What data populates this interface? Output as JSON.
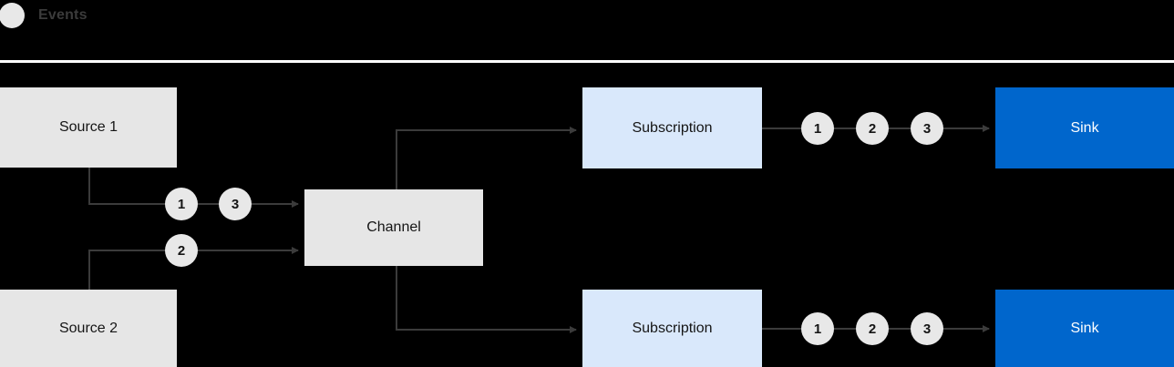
{
  "legend": {
    "marker_icon": "circle-icon",
    "label": "Events"
  },
  "colors": {
    "background": "#000000",
    "source_box": "#e6e6e6",
    "channel_box": "#e6e6e6",
    "subscription_box": "#d9e8fb",
    "sink_box": "#0066cc",
    "badge": "#e8e8e8",
    "wire": "#3b3b3b",
    "divider": "#ffffff",
    "text_dark": "#151515",
    "text_light": "#ffffff"
  },
  "nodes": {
    "source1": {
      "label": "Source 1"
    },
    "source2": {
      "label": "Source 2"
    },
    "channel": {
      "label": "Channel"
    },
    "subscription_top": {
      "label": "Subscription"
    },
    "subscription_bottom": {
      "label": "Subscription"
    },
    "sink_top": {
      "label": "Sink"
    },
    "sink_bottom": {
      "label": "Sink"
    }
  },
  "badges": {
    "source1_to_channel": [
      "1",
      "3"
    ],
    "source2_to_channel": [
      "2"
    ],
    "subscription_top_to_sink": [
      "1",
      "2",
      "3"
    ],
    "subscription_bottom_to_sink": [
      "1",
      "2",
      "3"
    ]
  }
}
